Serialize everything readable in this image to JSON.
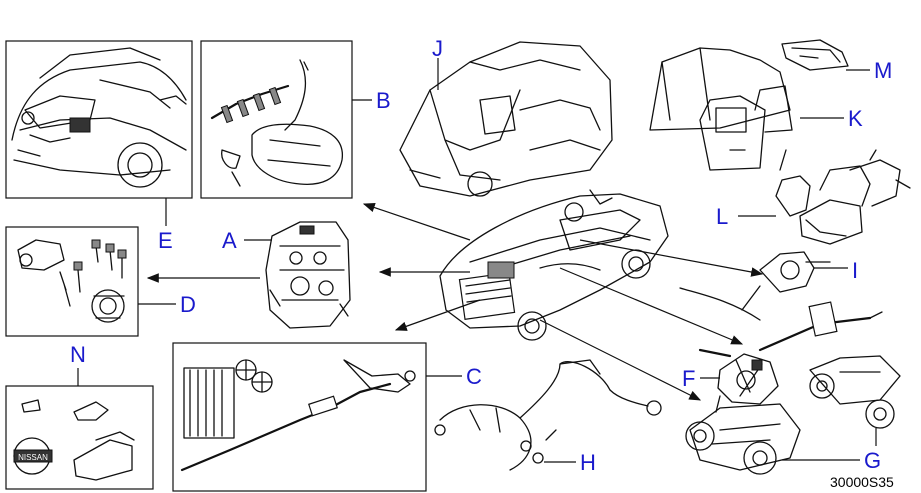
{
  "diagram": {
    "labels": {
      "A": "A",
      "B": "B",
      "C": "C",
      "D": "D",
      "E": "E",
      "F": "F",
      "G": "G",
      "H": "H",
      "I": "I",
      "J": "J",
      "K": "K",
      "L": "L",
      "M": "M",
      "N": "N"
    },
    "brand_logo": "NISSAN",
    "diagram_code": "30000S35"
  }
}
